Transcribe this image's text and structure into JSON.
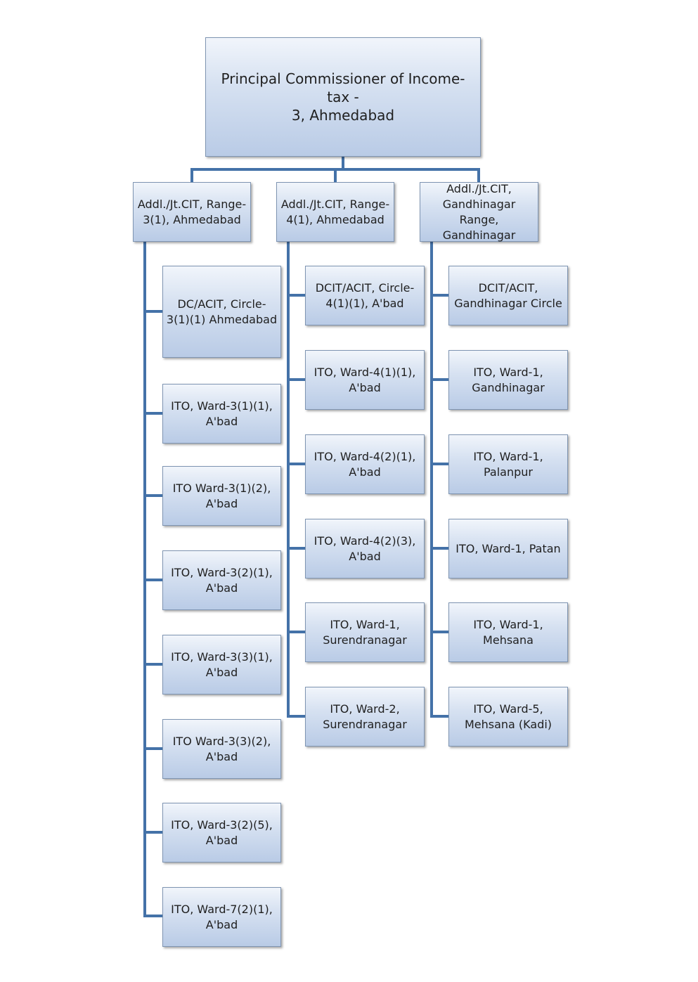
{
  "root": {
    "label": "Principal Commissioner of Income-tax -\n3, Ahmedabad"
  },
  "ranges": [
    {
      "label": "Addl./Jt.CIT, Range-\n3(1), Ahmedabad",
      "units": [
        "DC/ACIT, Circle-\n3(1)(1) Ahmedabad",
        "ITO, Ward-3(1)(1),\nA'bad",
        "ITO Ward-3(1)(2),\nA'bad",
        "ITO, Ward-3(2)(1),\nA'bad",
        "ITO, Ward-3(3)(1),\nA'bad",
        "ITO Ward-3(3)(2),\nA'bad",
        "ITO, Ward-3(2)(5),\nA'bad",
        "ITO, Ward-7(2)(1),\nA'bad"
      ]
    },
    {
      "label": "Addl./Jt.CIT, Range-\n4(1), Ahmedabad",
      "units": [
        "DCIT/ACIT, Circle-\n4(1)(1), A'bad",
        "ITO, Ward-4(1)(1),\nA'bad",
        "ITO, Ward-4(2)(1),\nA'bad",
        "ITO, Ward-4(2)(3),\nA'bad",
        "ITO, Ward-1,\nSurendranagar",
        "ITO, Ward-2,\nSurendranagar"
      ]
    },
    {
      "label": "Addl./Jt.CIT,\nGandhinagar Range,\nGandhinagar",
      "units": [
        "DCIT/ACIT,\nGandhinagar Circle",
        "ITO, Ward-1,\nGandhinagar",
        "ITO, Ward-1,\nPalanpur",
        "ITO, Ward-1, Patan",
        "ITO, Ward-1,\nMehsana",
        "ITO, Ward-5,\nMehsana (Kadi)"
      ]
    }
  ],
  "colors": {
    "connector": "#4472a8",
    "box_border": "#7f95b2"
  }
}
